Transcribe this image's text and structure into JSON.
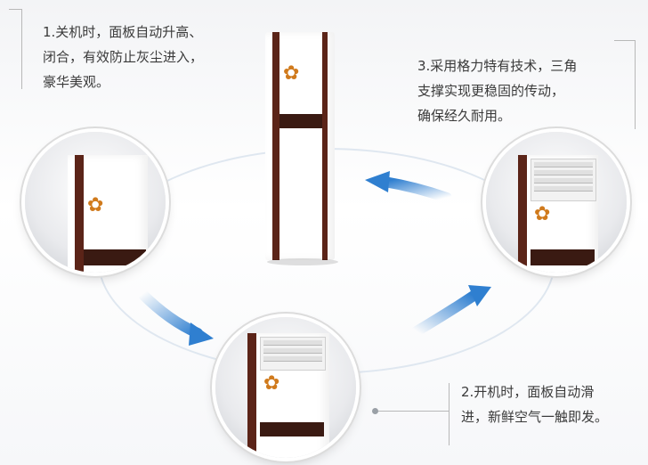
{
  "callouts": {
    "one": "1.关机时，面板自动升高、\n闭合，有效防止灰尘进入，\n豪华美观。",
    "two": "2.开机时，面板自动滑\n进，新鲜空气一触即发。",
    "three": "3.采用格力特有技术，三角\n支撑实现更稳固的传动，\n确保经久耐用。"
  },
  "colors": {
    "arrow": "#2f7fd0",
    "trim": "#5b2418",
    "accent": "#d07a1c"
  }
}
